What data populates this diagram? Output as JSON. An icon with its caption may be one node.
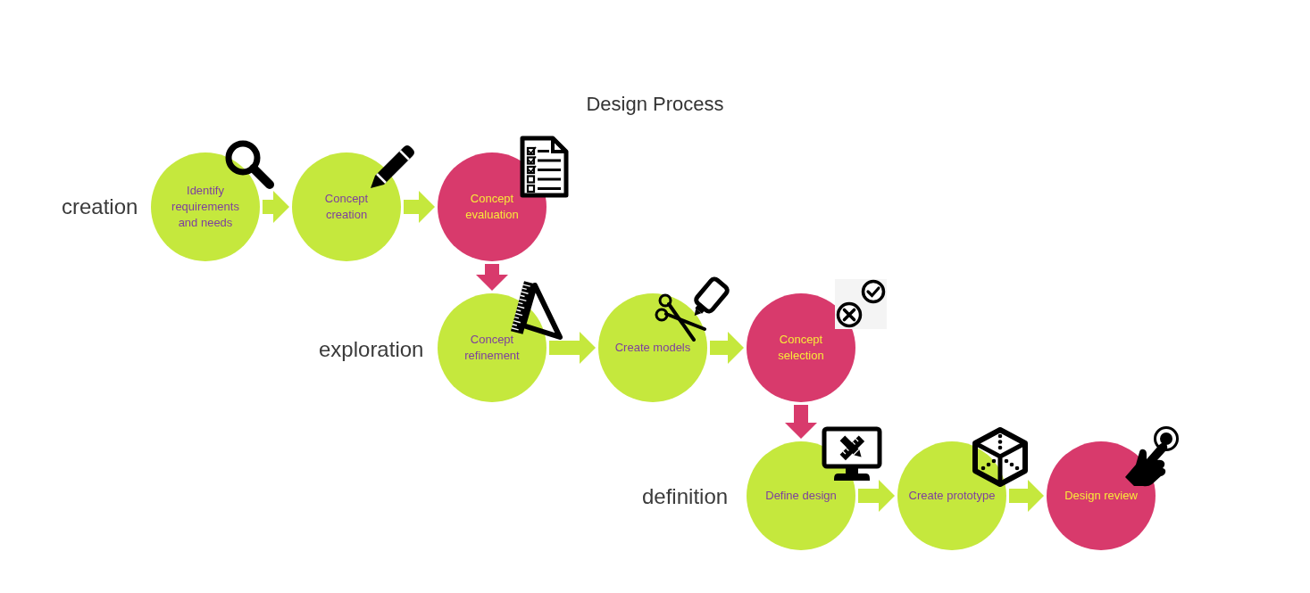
{
  "diagram": {
    "title": "Design Process",
    "nodes": [
      {
        "text": [
          "Identify requirements and needs"
        ]
      },
      {
        "text": [
          "Concept creation"
        ]
      },
      {
        "text": [
          "Concept evaluation"
        ]
      },
      {
        "text": [
          "Concept refinement"
        ]
      },
      {
        "text": [
          "Create models"
        ]
      },
      {
        "text": [
          "Concept selection"
        ]
      },
      {
        "text": [
          "Define design"
        ]
      },
      {
        "text": [
          "Create prototype"
        ]
      },
      {
        "text": [
          "Design review"
        ]
      }
    ],
    "edges": [
      {
        "from": 0,
        "to": 1,
        "arrow": "to"
      },
      {
        "from": 1,
        "to": 2,
        "arrow": "to"
      },
      {
        "from": 2,
        "to": 3,
        "arrow": "to",
        "color": "#d83a6c"
      },
      {
        "from": 3,
        "to": 4,
        "arrow": "to"
      },
      {
        "from": 4,
        "to": 5,
        "arrow": "to"
      },
      {
        "from": 5,
        "to": 6,
        "arrow": "to",
        "color": "#d83a6c"
      },
      {
        "from": 6,
        "to": 7,
        "arrow": "to"
      },
      {
        "from": 7,
        "to": 8,
        "arrow": "to"
      }
    ],
    "labels": [
      "creation",
      "exploration",
      "definition"
    ]
  }
}
